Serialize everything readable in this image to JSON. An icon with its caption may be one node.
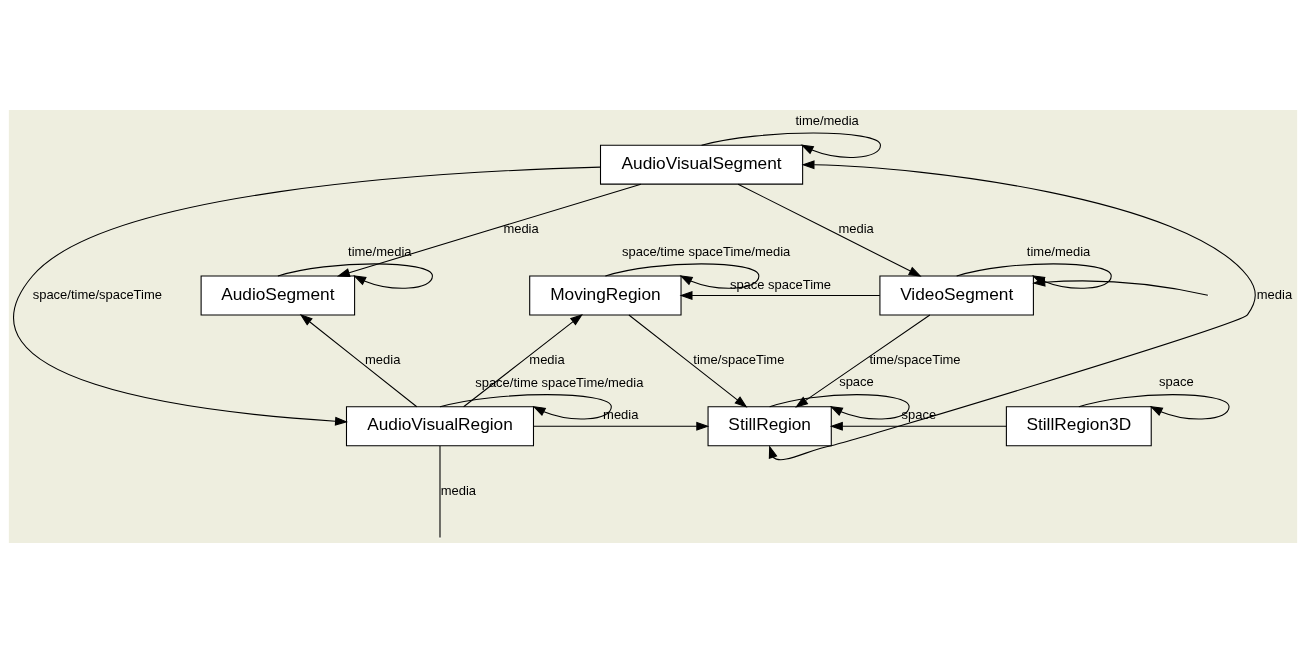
{
  "diagram": {
    "nodes": [
      {
        "text": [
          "AudioVisualSegment"
        ]
      },
      {
        "text": [
          "AudioSegment"
        ]
      },
      {
        "text": [
          "MovingRegion"
        ]
      },
      {
        "text": [
          "VideoSegment"
        ]
      },
      {
        "text": [
          "AudioVisualRegion"
        ]
      },
      {
        "text": [
          "StillRegion"
        ]
      },
      {
        "text": [
          "StillRegion3D"
        ]
      }
    ],
    "edges": [
      {
        "from": 0,
        "to": 0,
        "arrow": "to",
        "label": "time/media"
      },
      {
        "from": 0,
        "to": 4,
        "arrow": "to",
        "label": "space/time/spaceTime"
      },
      {
        "from": 5,
        "to": 0,
        "arrow": "both",
        "label": "media"
      },
      {
        "from": 0,
        "to": 1,
        "arrow": "to",
        "label": "media"
      },
      {
        "from": 0,
        "to": 3,
        "arrow": "to",
        "label": "media"
      },
      {
        "from": 1,
        "to": 1,
        "arrow": "to",
        "label": "time/media"
      },
      {
        "from": 2,
        "to": 2,
        "arrow": "to",
        "label": "space/time spaceTime/media"
      },
      {
        "from": 3,
        "to": 2,
        "arrow": "to",
        "label": "space spaceTime"
      },
      {
        "from": 3,
        "to": 3,
        "arrow": "to",
        "label": "time/media"
      },
      {
        "from": null,
        "to": 3,
        "arrow": "to"
      },
      {
        "from": 4,
        "to": 1,
        "arrow": "to",
        "label": "media"
      },
      {
        "from": 4,
        "to": 2,
        "arrow": "to",
        "label": "media"
      },
      {
        "from": 2,
        "to": 5,
        "arrow": "to",
        "label": "time/spaceTime"
      },
      {
        "from": 3,
        "to": 5,
        "arrow": "to",
        "label": "time/spaceTime"
      },
      {
        "from": 4,
        "to": 4,
        "arrow": "to",
        "label": "space/time spaceTime/media"
      },
      {
        "from": 4,
        "to": 5,
        "arrow": "to",
        "label": "media"
      },
      {
        "from": 4,
        "to": null,
        "arrow": "none",
        "label": "media"
      },
      {
        "from": 5,
        "to": 5,
        "arrow": "to",
        "label": "space"
      },
      {
        "from": 6,
        "to": 5,
        "arrow": "to",
        "label": "space"
      },
      {
        "from": 6,
        "to": 6,
        "arrow": "to",
        "label": "space"
      }
    ]
  }
}
